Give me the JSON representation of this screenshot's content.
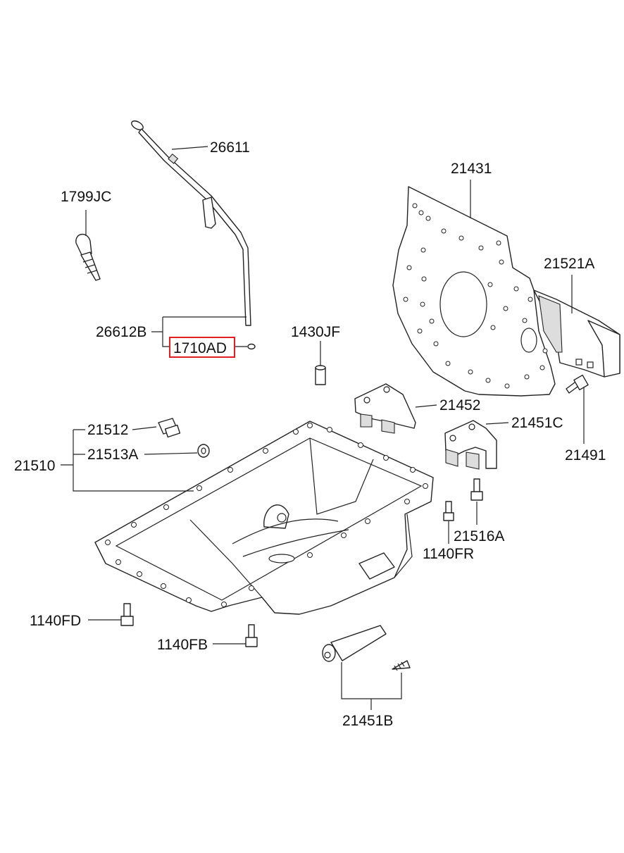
{
  "diagram": {
    "highlight_color": "#e02020",
    "line_color": "#222222",
    "parts": {
      "p26611": "26611",
      "p1799JC": "1799JC",
      "p26612B": "26612B",
      "p1710AD": "1710AD",
      "p1430JF": "1430JF",
      "p21431": "21431",
      "p21521A": "21521A",
      "p21452": "21452",
      "p21451C": "21451C",
      "p21491": "21491",
      "p21512": "21512",
      "p21513A": "21513A",
      "p21510": "21510",
      "p21516A": "21516A",
      "p1140FR": "1140FR",
      "p1140FD": "1140FD",
      "p1140FB": "1140FB",
      "p21451B": "21451B"
    }
  }
}
